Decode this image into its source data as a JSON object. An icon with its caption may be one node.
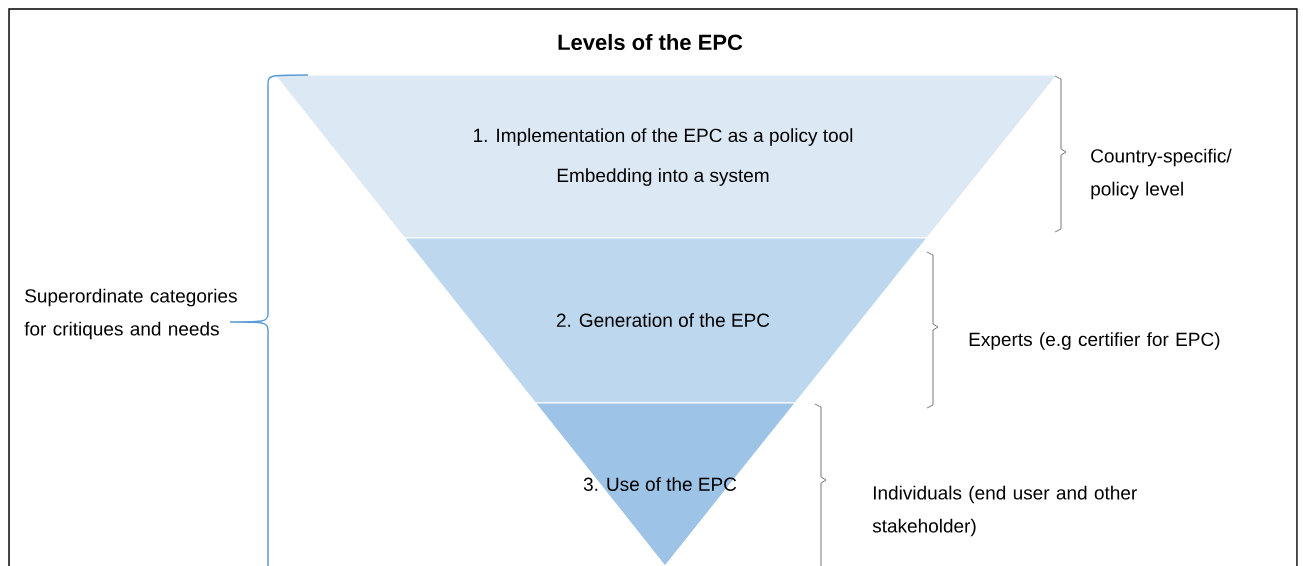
{
  "diagram": {
    "title": "Levels of the EPC",
    "nodes": [
      {
        "text": [
          "1. Implementation of the EPC as a policy tool",
          "Embedding into a system"
        ]
      },
      {
        "text": [
          "2. Generation of the EPC"
        ]
      },
      {
        "text": [
          "3. Use of the EPC"
        ]
      }
    ],
    "labels": [
      "Country-specific/ policy level",
      "Superordinate categories for critiques and needs",
      "Experts (e.g certifier for EPC)",
      "Individuals (end user and other stakeholder)"
    ]
  }
}
